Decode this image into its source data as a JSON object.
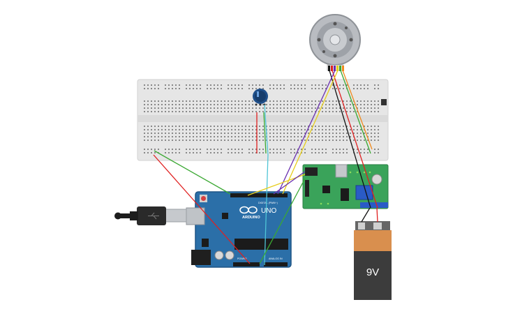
{
  "arduino": {
    "brand": "ARDUINO",
    "model": "UNO",
    "header_digital": "DIGITAL (PWM~)",
    "header_power": "POWER",
    "header_analog": "ANALOG IN"
  },
  "battery": {
    "label": "9V"
  },
  "colors": {
    "breadboard": "#e6e6e6",
    "arduino_board": "#2b6fa8",
    "driver_board": "#3aa35a",
    "battery_top": "#d98f4e",
    "battery_body": "#3c3c3c",
    "wire_red": "#e02020",
    "wire_green": "#3aa832",
    "wire_yellow": "#e7cd1a",
    "wire_purple": "#6a2fb0",
    "wire_cyan": "#4fc5d6",
    "wire_orange": "#ef8a1c",
    "wire_black": "#111111"
  }
}
